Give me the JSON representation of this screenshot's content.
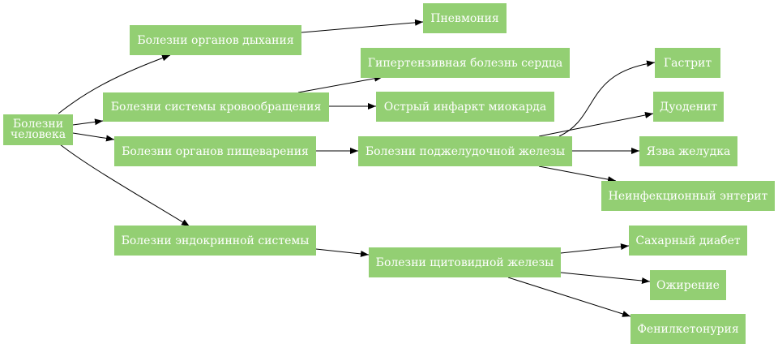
{
  "colors": {
    "node_fill": "#93cf73",
    "node_text": "#ffffff",
    "edge": "#000000"
  },
  "nodes": {
    "root": "Болезни\nчеловека",
    "resp": "Болезни органов дыхания",
    "circ": "Болезни системы кровообращения",
    "dig": "Болезни органов пищеварения",
    "endo": "Болезни эндокринной системы",
    "pneum": "Пневмония",
    "hyper": "Гипертензивная болезнь сердца",
    "infarct": "Острый инфаркт миокарда",
    "pancreas": "Болезни поджелудочной железы",
    "thyroid": "Болезни щитовидной железы",
    "gastrit": "Гастрит",
    "duoden": "Дуоденит",
    "ulcer": "Язва желудка",
    "enterit": "Неинфекционный энтерит",
    "diabetes": "Сахарный диабет",
    "obesity": "Ожирение",
    "pku": "Фенилкетонурия"
  },
  "edges": [
    [
      "root",
      "resp"
    ],
    [
      "root",
      "circ"
    ],
    [
      "root",
      "dig"
    ],
    [
      "root",
      "endo"
    ],
    [
      "resp",
      "pneum"
    ],
    [
      "circ",
      "hyper"
    ],
    [
      "circ",
      "infarct"
    ],
    [
      "dig",
      "pancreas"
    ],
    [
      "endo",
      "thyroid"
    ],
    [
      "pancreas",
      "gastrit"
    ],
    [
      "pancreas",
      "duoden"
    ],
    [
      "pancreas",
      "ulcer"
    ],
    [
      "pancreas",
      "enterit"
    ],
    [
      "thyroid",
      "diabetes"
    ],
    [
      "thyroid",
      "obesity"
    ],
    [
      "thyroid",
      "pku"
    ]
  ]
}
